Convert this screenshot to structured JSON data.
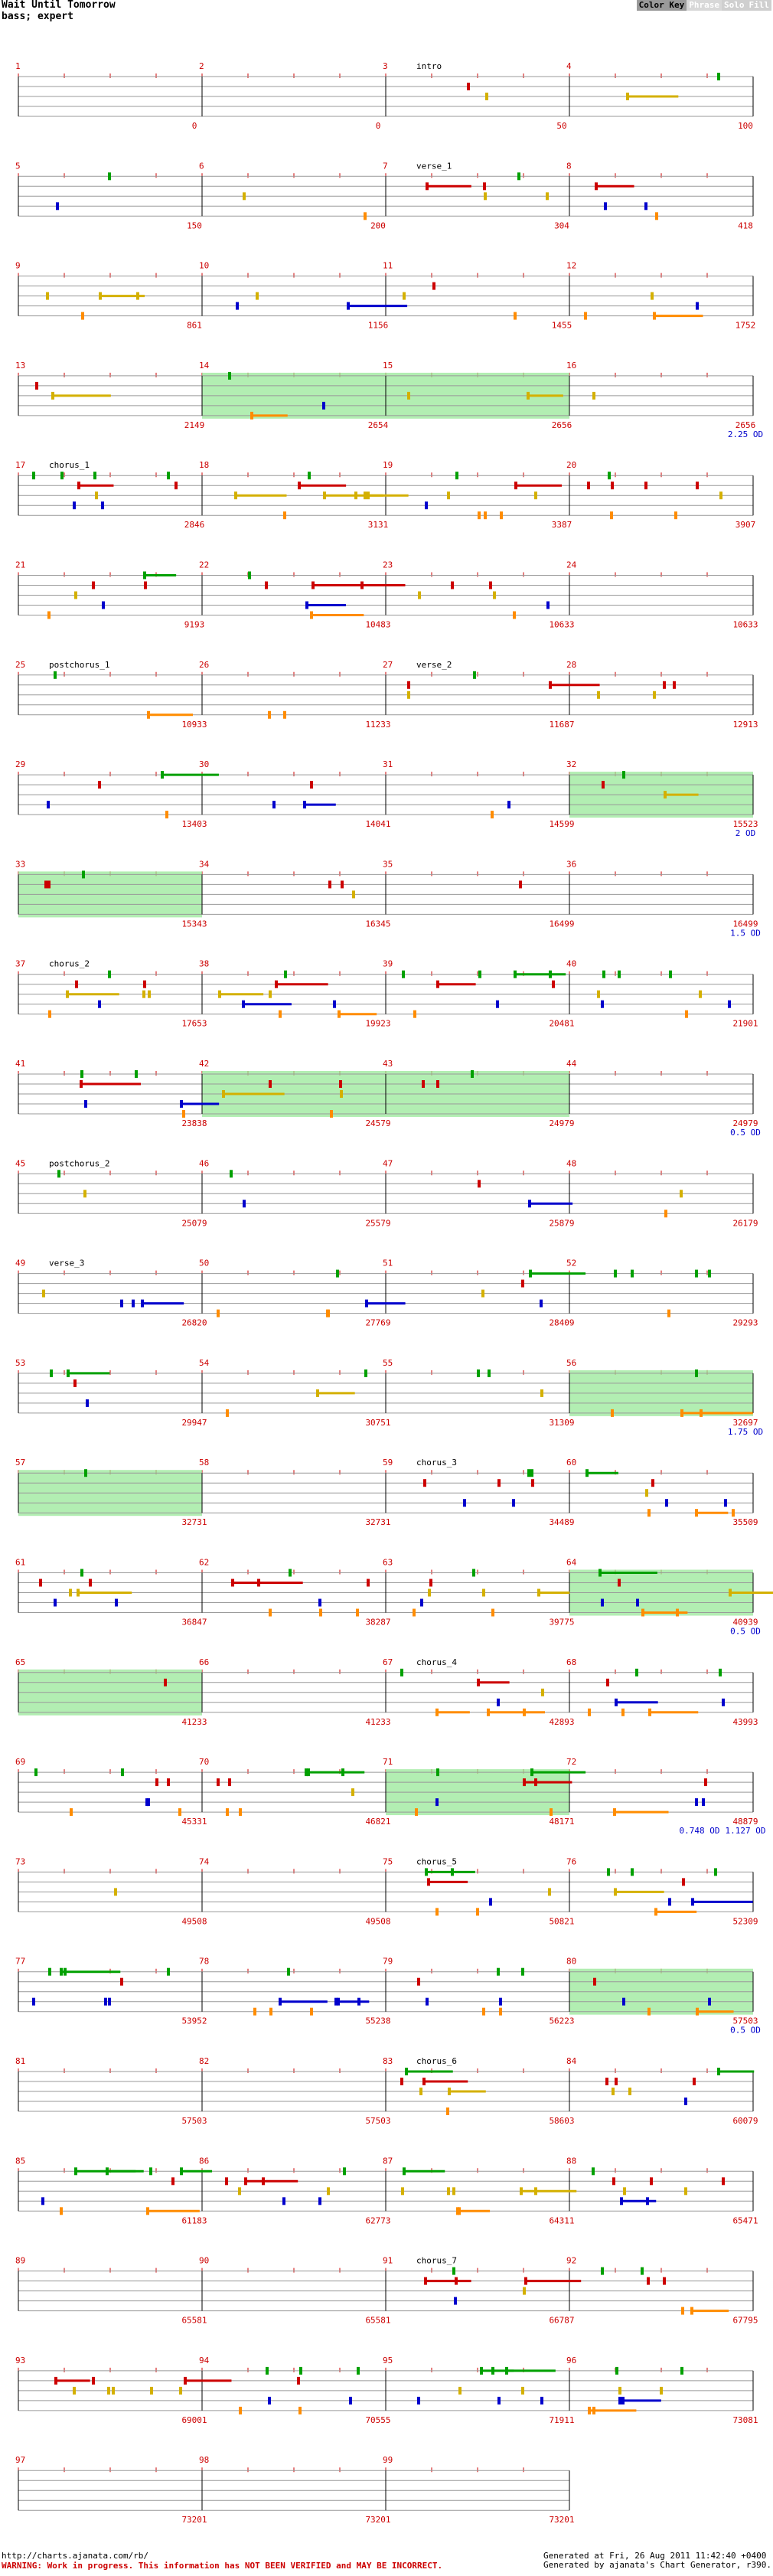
{
  "header": {
    "title": "Wait Until Tomorrow",
    "subtitle": "bass; expert",
    "legend": [
      "Color Key",
      "Phrase",
      "Solo",
      "Fill"
    ]
  },
  "footer": {
    "url": "http://charts.ajanata.com/rb/",
    "warning": "WARNING: Work in progress. This information has NOT BEEN VERIFIED and MAY BE INCORRECT.",
    "generated_on": "Generated at Fri, 26 Aug 2011 11:42:40 +0400",
    "generated_by": "Generated by ajanata's Chart Generator, r390."
  },
  "rows": [
    {
      "measures": [
        1,
        2,
        3,
        4
      ],
      "sections": {
        "3": "intro"
      },
      "bottoms": [
        "0",
        "0",
        "50",
        "100"
      ],
      "notes": [
        0,
        0,
        2,
        2
      ],
      "overdrive": [],
      "green": []
    },
    {
      "measures": [
        5,
        6,
        7,
        8
      ],
      "sections": {
        "7": "verse_1"
      },
      "bottoms": [
        "150",
        "200",
        "304",
        "418"
      ],
      "notes": [
        2,
        2,
        5,
        4
      ],
      "overdrive": [],
      "green": []
    },
    {
      "measures": [
        9,
        10,
        11,
        12
      ],
      "sections": {},
      "bottoms": [
        "861",
        "1156",
        "1455",
        "1752"
      ],
      "notes": [
        4,
        3,
        3,
        4
      ],
      "overdrive": [],
      "green": []
    },
    {
      "measures": [
        13,
        14,
        15,
        16
      ],
      "sections": {},
      "bottoms": [
        "2149",
        "2654",
        "2656",
        "2656"
      ],
      "notes": [
        2,
        3,
        2,
        1
      ],
      "overdrive": [
        "2.25 OD"
      ],
      "green": [
        1,
        2
      ]
    },
    {
      "measures": [
        17,
        18,
        19,
        20
      ],
      "sections": {
        "17": "chorus_1"
      },
      "bottoms": [
        "2846",
        "3131",
        "3387",
        "3907"
      ],
      "notes": [
        9,
        8,
        8,
        8
      ],
      "overdrive": [],
      "green": []
    },
    {
      "measures": [
        21,
        22,
        23,
        24
      ],
      "sections": {},
      "bottoms": [
        "9193",
        "10483",
        "10633",
        "10633"
      ],
      "notes": [
        6,
        6,
        6,
        0
      ],
      "overdrive": [],
      "green": []
    },
    {
      "measures": [
        25,
        26,
        27,
        28
      ],
      "sections": {
        "25": "postchorus_1",
        "27": "verse_2"
      },
      "bottoms": [
        "10933",
        "11233",
        "11687",
        "12913"
      ],
      "notes": [
        2,
        2,
        4,
        4
      ],
      "overdrive": [],
      "green": []
    },
    {
      "measures": [
        29,
        30,
        31,
        32
      ],
      "sections": {},
      "bottoms": [
        "13403",
        "14041",
        "14599",
        "15523"
      ],
      "notes": [
        4,
        3,
        2,
        3
      ],
      "overdrive": [
        "2 OD"
      ],
      "green": [
        3
      ]
    },
    {
      "measures": [
        33,
        34,
        35,
        36
      ],
      "sections": {},
      "bottoms": [
        "15343",
        "16345",
        "16499",
        "16499"
      ],
      "notes": [
        3,
        3,
        1,
        0
      ],
      "overdrive": [
        "1.5 OD"
      ],
      "green": [
        0
      ]
    },
    {
      "measures": [
        37,
        38,
        39,
        40
      ],
      "sections": {
        "37": "chorus_2"
      },
      "bottoms": [
        "17653",
        "19923",
        "20481",
        "21901"
      ],
      "notes": [
        8,
        8,
        8,
        8
      ],
      "overdrive": [],
      "green": []
    },
    {
      "measures": [
        41,
        42,
        43,
        44
      ],
      "sections": {},
      "bottoms": [
        "23838",
        "24579",
        "24979",
        "24979"
      ],
      "notes": [
        6,
        5,
        3,
        0
      ],
      "overdrive": [
        "0.5 OD"
      ],
      "green": [
        1,
        2
      ]
    },
    {
      "measures": [
        45,
        46,
        47,
        48
      ],
      "sections": {
        "45": "postchorus_2"
      },
      "bottoms": [
        "25079",
        "25579",
        "25879",
        "26179"
      ],
      "notes": [
        2,
        2,
        2,
        2
      ],
      "overdrive": [],
      "green": []
    },
    {
      "measures": [
        49,
        50,
        51,
        52
      ],
      "sections": {
        "49": "verse_3"
      },
      "bottoms": [
        "26820",
        "27769",
        "28409",
        "29293"
      ],
      "notes": [
        4,
        5,
        4,
        5
      ],
      "overdrive": [],
      "green": []
    },
    {
      "measures": [
        53,
        54,
        55,
        56
      ],
      "sections": {},
      "bottoms": [
        "29947",
        "30751",
        "31309",
        "32697"
      ],
      "notes": [
        4,
        3,
        3,
        4
      ],
      "overdrive": [
        "1.75 OD"
      ],
      "green": [
        3
      ]
    },
    {
      "measures": [
        57,
        58,
        59,
        60
      ],
      "sections": {
        "59": "chorus_3"
      },
      "bottoms": [
        "32731",
        "32731",
        "34489",
        "35509"
      ],
      "notes": [
        1,
        0,
        7,
        8
      ],
      "overdrive": [],
      "green": [
        0
      ]
    },
    {
      "measures": [
        61,
        62,
        63,
        64
      ],
      "sections": {},
      "bottoms": [
        "36847",
        "38287",
        "39775",
        "40939"
      ],
      "notes": [
        8,
        8,
        8,
        7
      ],
      "overdrive": [
        "0.5 OD"
      ],
      "green": [
        3
      ]
    },
    {
      "measures": [
        65,
        66,
        67,
        68
      ],
      "sections": {
        "67": "chorus_4"
      },
      "bottoms": [
        "41233",
        "41233",
        "42893",
        "43993"
      ],
      "notes": [
        1,
        0,
        7,
        8
      ],
      "overdrive": [],
      "green": [
        0
      ]
    },
    {
      "measures": [
        69,
        70,
        71,
        72
      ],
      "sections": {},
      "bottoms": [
        "45331",
        "46821",
        "48171",
        "48879"
      ],
      "notes": [
        8,
        8,
        7,
        4
      ],
      "overdrive": [
        "1.127 OD",
        "0.748 OD"
      ],
      "green": [
        2
      ]
    },
    {
      "measures": [
        73,
        74,
        75,
        76
      ],
      "sections": {
        "75": "chorus_5"
      },
      "bottoms": [
        "49508",
        "49508",
        "50821",
        "52309"
      ],
      "notes": [
        1,
        0,
        7,
        8
      ],
      "overdrive": [],
      "green": []
    },
    {
      "measures": [
        77,
        78,
        79,
        80
      ],
      "sections": {},
      "bottoms": [
        "53952",
        "55238",
        "56223",
        "57503"
      ],
      "notes": [
        8,
        8,
        7,
        5
      ],
      "overdrive": [
        "0.5 OD"
      ],
      "green": [
        3
      ]
    },
    {
      "measures": [
        81,
        82,
        83,
        84
      ],
      "sections": {
        "83": "chorus_6"
      },
      "bottoms": [
        "57503",
        "57503",
        "58603",
        "60079"
      ],
      "notes": [
        0,
        0,
        6,
        7
      ],
      "overdrive": [],
      "green": []
    },
    {
      "measures": [
        85,
        86,
        87,
        88
      ],
      "sections": {},
      "bottoms": [
        "61183",
        "62773",
        "64311",
        "65471"
      ],
      "notes": [
        8,
        8,
        8,
        8
      ],
      "overdrive": [],
      "green": []
    },
    {
      "measures": [
        89,
        90,
        91,
        92
      ],
      "sections": {
        "91": "chorus_7"
      },
      "bottoms": [
        "65581",
        "65581",
        "66787",
        "67795"
      ],
      "notes": [
        0,
        0,
        6,
        6
      ],
      "overdrive": [],
      "green": []
    },
    {
      "measures": [
        93,
        94,
        95,
        96
      ],
      "sections": {},
      "bottoms": [
        "69001",
        "70555",
        "71911",
        "73081"
      ],
      "notes": [
        8,
        8,
        8,
        8
      ],
      "overdrive": [],
      "green": []
    },
    {
      "measures": [
        97,
        98,
        99
      ],
      "sections": {},
      "bottoms": [
        "73201",
        "73201",
        "73201"
      ],
      "notes": [
        0,
        0,
        0
      ],
      "overdrive": [],
      "green": []
    }
  ]
}
